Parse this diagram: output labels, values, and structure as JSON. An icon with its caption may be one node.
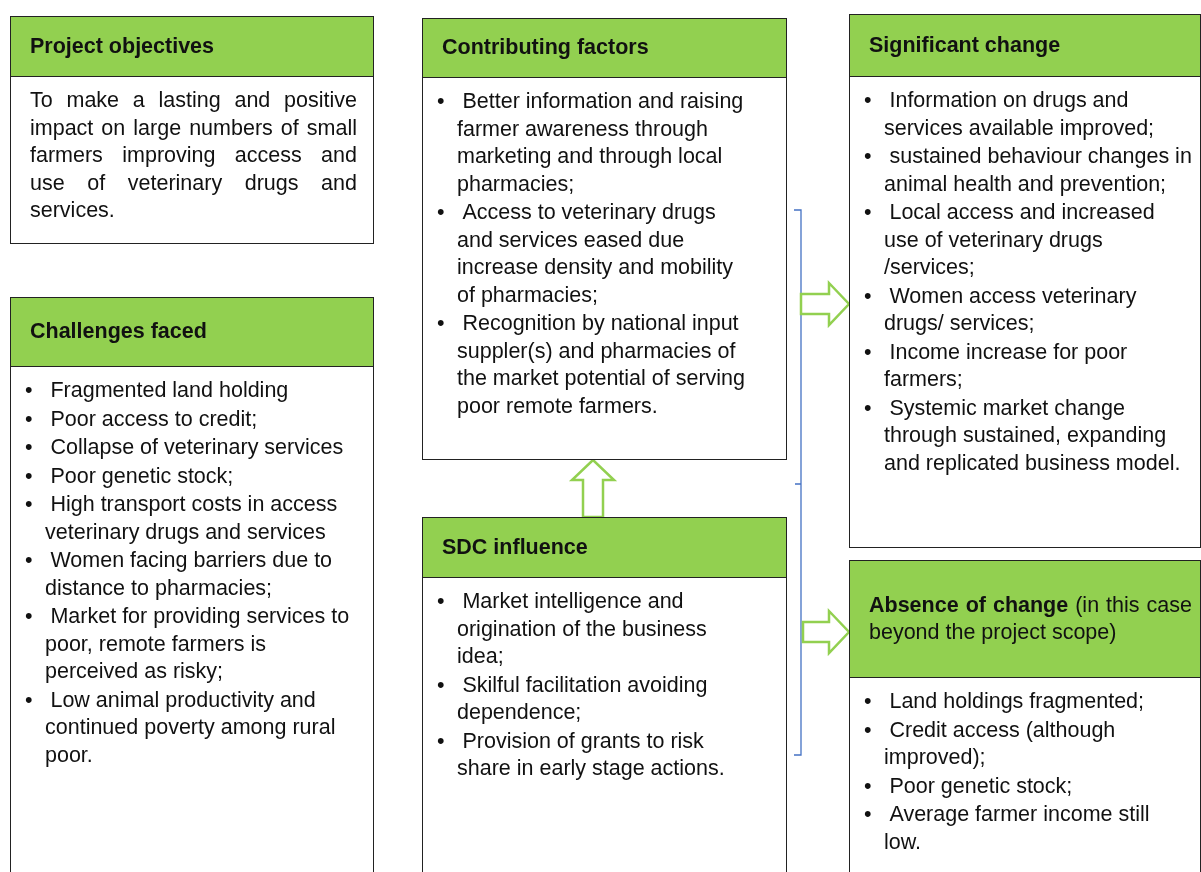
{
  "diagram": {
    "nodes": [
      {
        "text": [
          "Project objectives"
        ]
      },
      {
        "text": [
          "To make a lasting and positive impact on large numbers of small farmers improving access and use of veterinary drugs and services."
        ]
      },
      {
        "text": [
          "Contributing factors"
        ]
      },
      {
        "text": [
          "• Better information and raising farmer awareness through marketing and through local pharmacies;",
          "• Access to veterinary drugs and services eased due increase density and mobility of pharmacies;",
          "• Recognition by national input suppler(s) and pharmacies of the market potential of serving poor remote farmers."
        ]
      },
      {
        "text": [
          "Significant change"
        ]
      },
      {
        "text": [
          "• Information on drugs and services available improved;",
          "• sustained behaviour changes in animal health and prevention;",
          "• Local access  and increased use of  veterinary drugs /services;",
          "• Women access veterinary drugs/ services;",
          "• Income increase for poor farmers;",
          "• Systemic market change through sustained, expanding and replicated business model."
        ]
      },
      {
        "text": [
          "Challenges faced"
        ]
      },
      {
        "text": [
          "• Fragmented land holding",
          "• Poor access to credit;",
          "• Collapse of veterinary services",
          "• Poor genetic stock;",
          "• High transport costs in access veterinary drugs and services",
          "• Women facing barriers due to distance to pharmacies;",
          "• Market for providing services to poor, remote farmers is  perceived as risky;",
          "• Low animal productivity and continued poverty among rural poor."
        ]
      },
      {
        "text": [
          "SDC influence"
        ]
      },
      {
        "text": [
          "• Market intelligence and origination of the business idea;",
          "• Skilful facilitation avoiding dependence;",
          "• Provision of grants to risk share in early stage actions."
        ]
      },
      {
        "text": [
          "**Absence of change** (in this case beyond the project scope)"
        ]
      },
      {
        "text": [
          "• Land holdings fragmented;",
          "• Credit access (although improved);",
          "• Poor genetic stock;",
          "• Average farmer income still low."
        ]
      }
    ],
    "edges": [
      {
        "from": 8,
        "to": 3,
        "arrow": "to"
      },
      {
        "from": null,
        "to": 5,
        "arrow": "to"
      },
      {
        "from": null,
        "to": 10,
        "arrow": "to"
      }
    ]
  }
}
